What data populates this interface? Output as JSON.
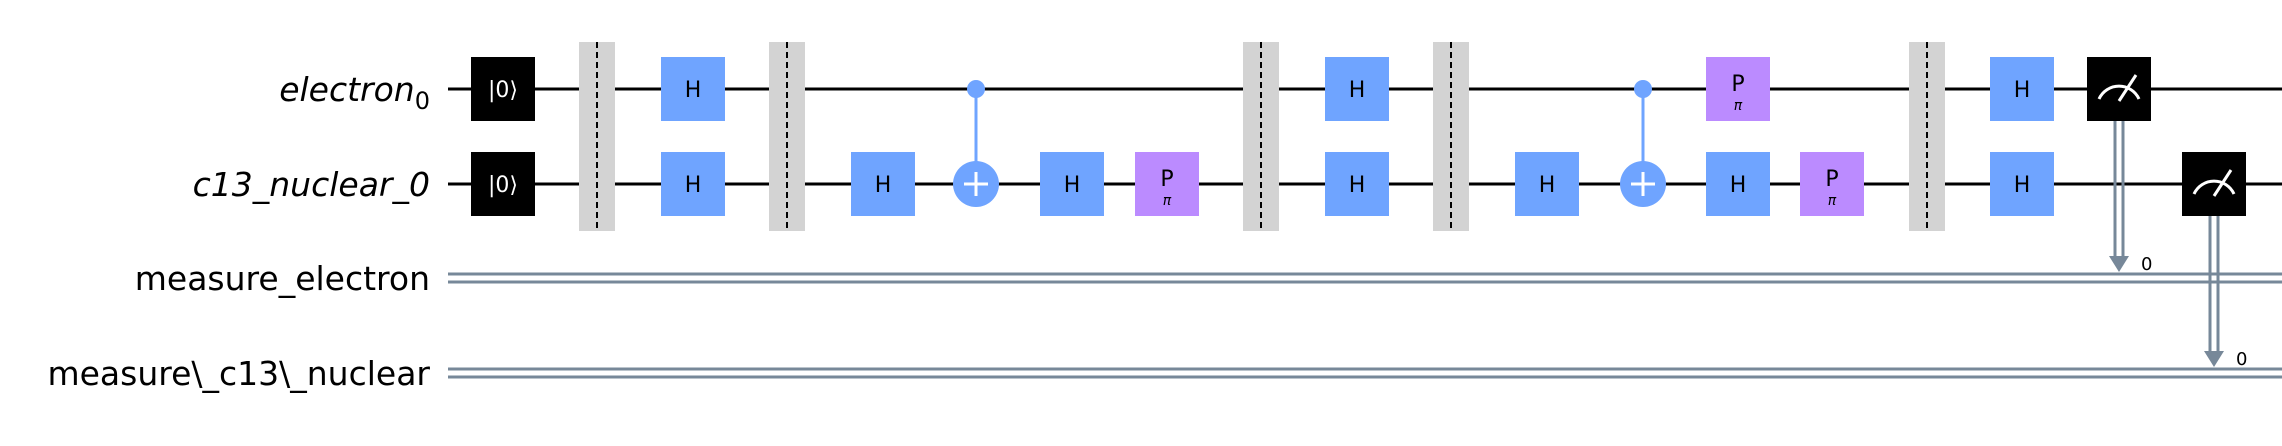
{
  "diagram": {
    "colors": {
      "wire": "#000000",
      "classical_wire": "#778899",
      "h_gate": "#6fa4ff",
      "p_gate": "#bb8bff",
      "barrier": "#d3d3d3",
      "reset": "#000000",
      "measure": "#000000"
    },
    "registers": [
      {
        "id": "q0",
        "name": "electron",
        "subscript": "0",
        "italic": true,
        "kind": "quantum"
      },
      {
        "id": "q1",
        "name": "c13_nuclear_0",
        "subscript": "",
        "italic": true,
        "kind": "quantum"
      },
      {
        "id": "c0",
        "name": "measure_electron",
        "subscript": "",
        "italic": false,
        "kind": "classical"
      },
      {
        "id": "c1",
        "name": "measure\\_c13\\_nuclear",
        "subscript": "",
        "italic": false,
        "kind": "classical"
      }
    ],
    "operations": [
      {
        "type": "reset",
        "label": "|0⟩",
        "qubits": [
          0,
          1
        ],
        "step": 0
      },
      {
        "type": "barrier",
        "qubits": [
          0,
          1
        ],
        "step": 1
      },
      {
        "type": "gate",
        "name": "H",
        "qubit": 0,
        "step": 2
      },
      {
        "type": "gate",
        "name": "H",
        "qubit": 1,
        "step": 2
      },
      {
        "type": "barrier",
        "qubits": [
          0,
          1
        ],
        "step": 3
      },
      {
        "type": "gate",
        "name": "H",
        "qubit": 1,
        "step": 4
      },
      {
        "type": "cx",
        "control": 0,
        "target": 1,
        "step": 5
      },
      {
        "type": "gate",
        "name": "H",
        "qubit": 1,
        "step": 6
      },
      {
        "type": "gate",
        "name": "P",
        "param": "π",
        "qubit": 1,
        "step": 7
      },
      {
        "type": "barrier",
        "qubits": [
          0,
          1
        ],
        "step": 8
      },
      {
        "type": "gate",
        "name": "H",
        "qubit": 0,
        "step": 9
      },
      {
        "type": "gate",
        "name": "H",
        "qubit": 1,
        "step": 9
      },
      {
        "type": "barrier",
        "qubits": [
          0,
          1
        ],
        "step": 10
      },
      {
        "type": "gate",
        "name": "H",
        "qubit": 1,
        "step": 11
      },
      {
        "type": "cx",
        "control": 0,
        "target": 1,
        "step": 12
      },
      {
        "type": "gate",
        "name": "P",
        "param": "π",
        "qubit": 0,
        "step": 13
      },
      {
        "type": "gate",
        "name": "H",
        "qubit": 1,
        "step": 13
      },
      {
        "type": "gate",
        "name": "P",
        "param": "π",
        "qubit": 1,
        "step": 14
      },
      {
        "type": "barrier",
        "qubits": [
          0,
          1
        ],
        "step": 15
      },
      {
        "type": "gate",
        "name": "H",
        "qubit": 0,
        "step": 16
      },
      {
        "type": "gate",
        "name": "H",
        "qubit": 1,
        "step": 16
      },
      {
        "type": "measure",
        "qubit": 0,
        "creg": 2,
        "bit": "0",
        "step": 17
      },
      {
        "type": "measure",
        "qubit": 1,
        "creg": 3,
        "bit": "0",
        "step": 18
      }
    ]
  }
}
